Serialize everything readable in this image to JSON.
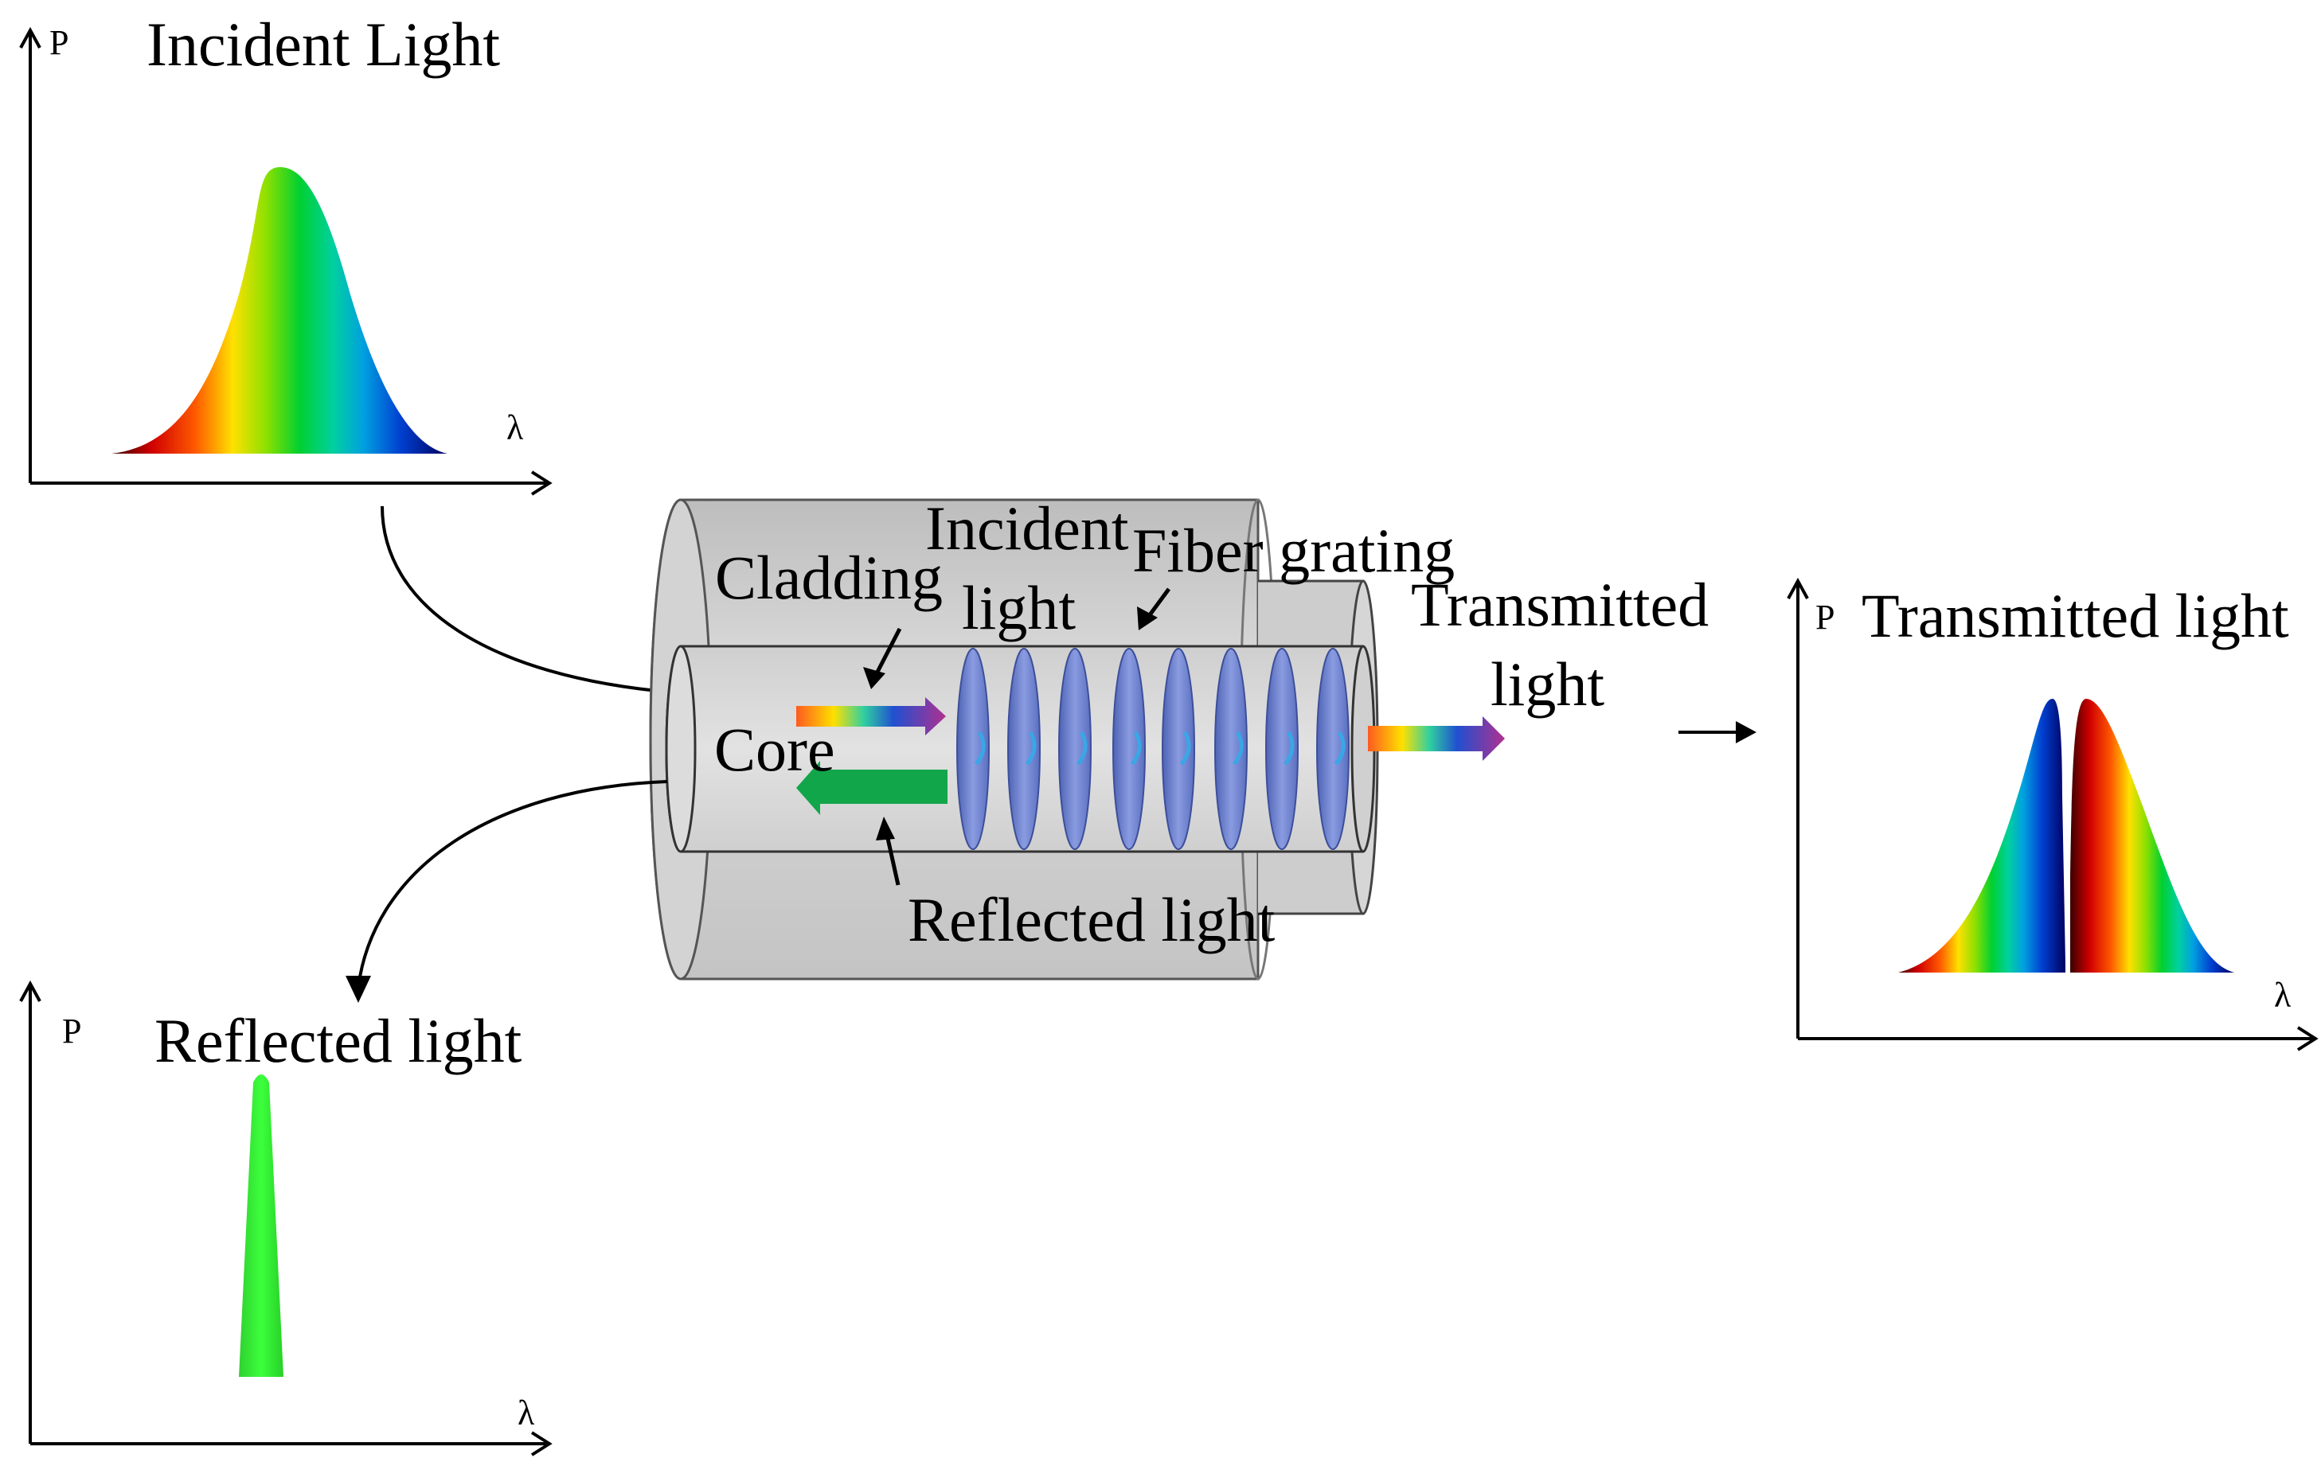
{
  "incident_plot": {
    "title": "Incident Light",
    "y_axis": "P",
    "x_axis": "λ"
  },
  "reflected_plot": {
    "title": "Reflected light",
    "y_axis": "P",
    "x_axis": "λ"
  },
  "transmitted_plot": {
    "title": "Transmitted light",
    "y_axis": "P",
    "x_axis": "λ"
  },
  "fiber": {
    "cladding": "Cladding",
    "core": "Core",
    "incident_line1": "Incident",
    "incident_line2": "light",
    "fiber_grating": "Fiber grating",
    "transmitted_line1": "Transmitted",
    "transmitted_line2": "light",
    "reflected": "Reflected light"
  },
  "colors": {
    "reflected_peak": "#2fe02f",
    "reflected_arrow": "#12a64a",
    "grating_ring": "#6f83cf",
    "cladding_fill": "#cfcfcf",
    "core_fill": "#d9d9d9"
  }
}
